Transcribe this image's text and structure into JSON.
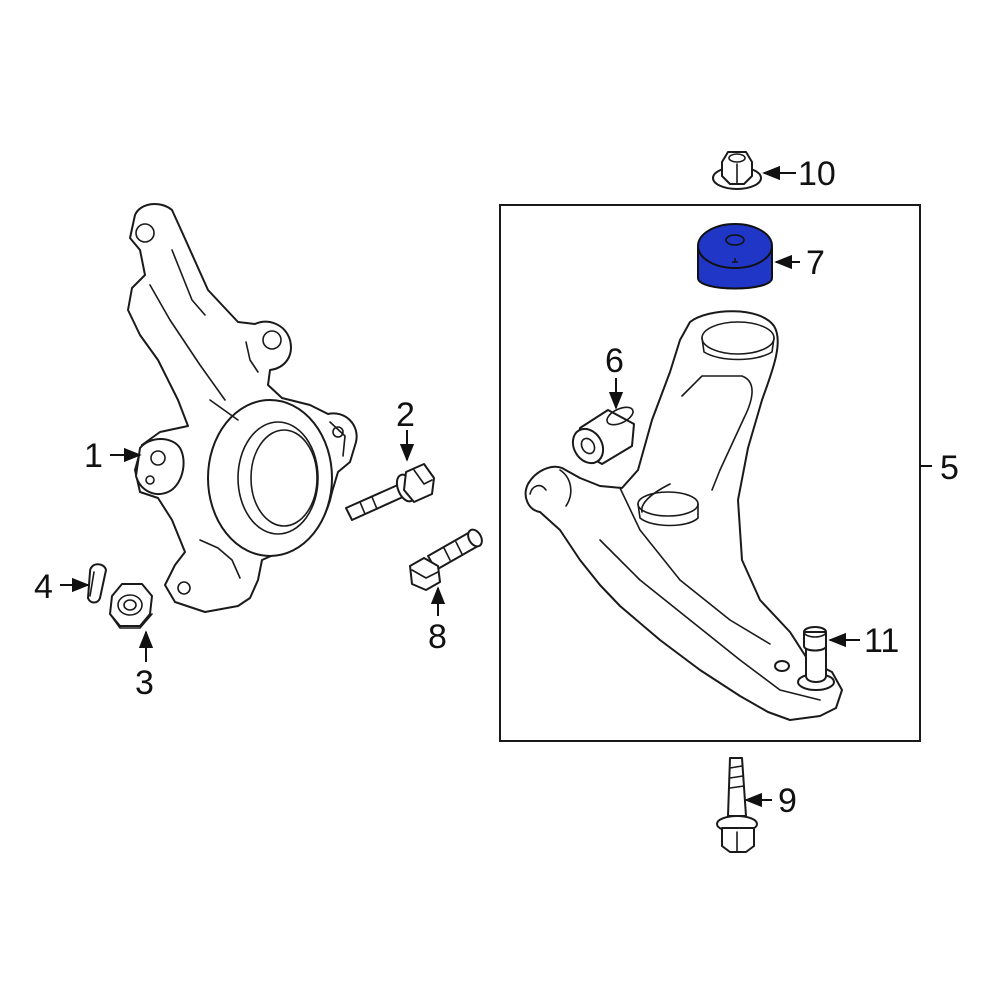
{
  "diagram": {
    "highlight_color": "#1f36c7",
    "callouts": [
      {
        "id": "1",
        "label": "1"
      },
      {
        "id": "2",
        "label": "2"
      },
      {
        "id": "3",
        "label": "3"
      },
      {
        "id": "4",
        "label": "4"
      },
      {
        "id": "5",
        "label": "5"
      },
      {
        "id": "6",
        "label": "6"
      },
      {
        "id": "7",
        "label": "7"
      },
      {
        "id": "8",
        "label": "8"
      },
      {
        "id": "9",
        "label": "9"
      },
      {
        "id": "10",
        "label": "10"
      },
      {
        "id": "11",
        "label": "11"
      }
    ],
    "highlighted_part": "7"
  }
}
